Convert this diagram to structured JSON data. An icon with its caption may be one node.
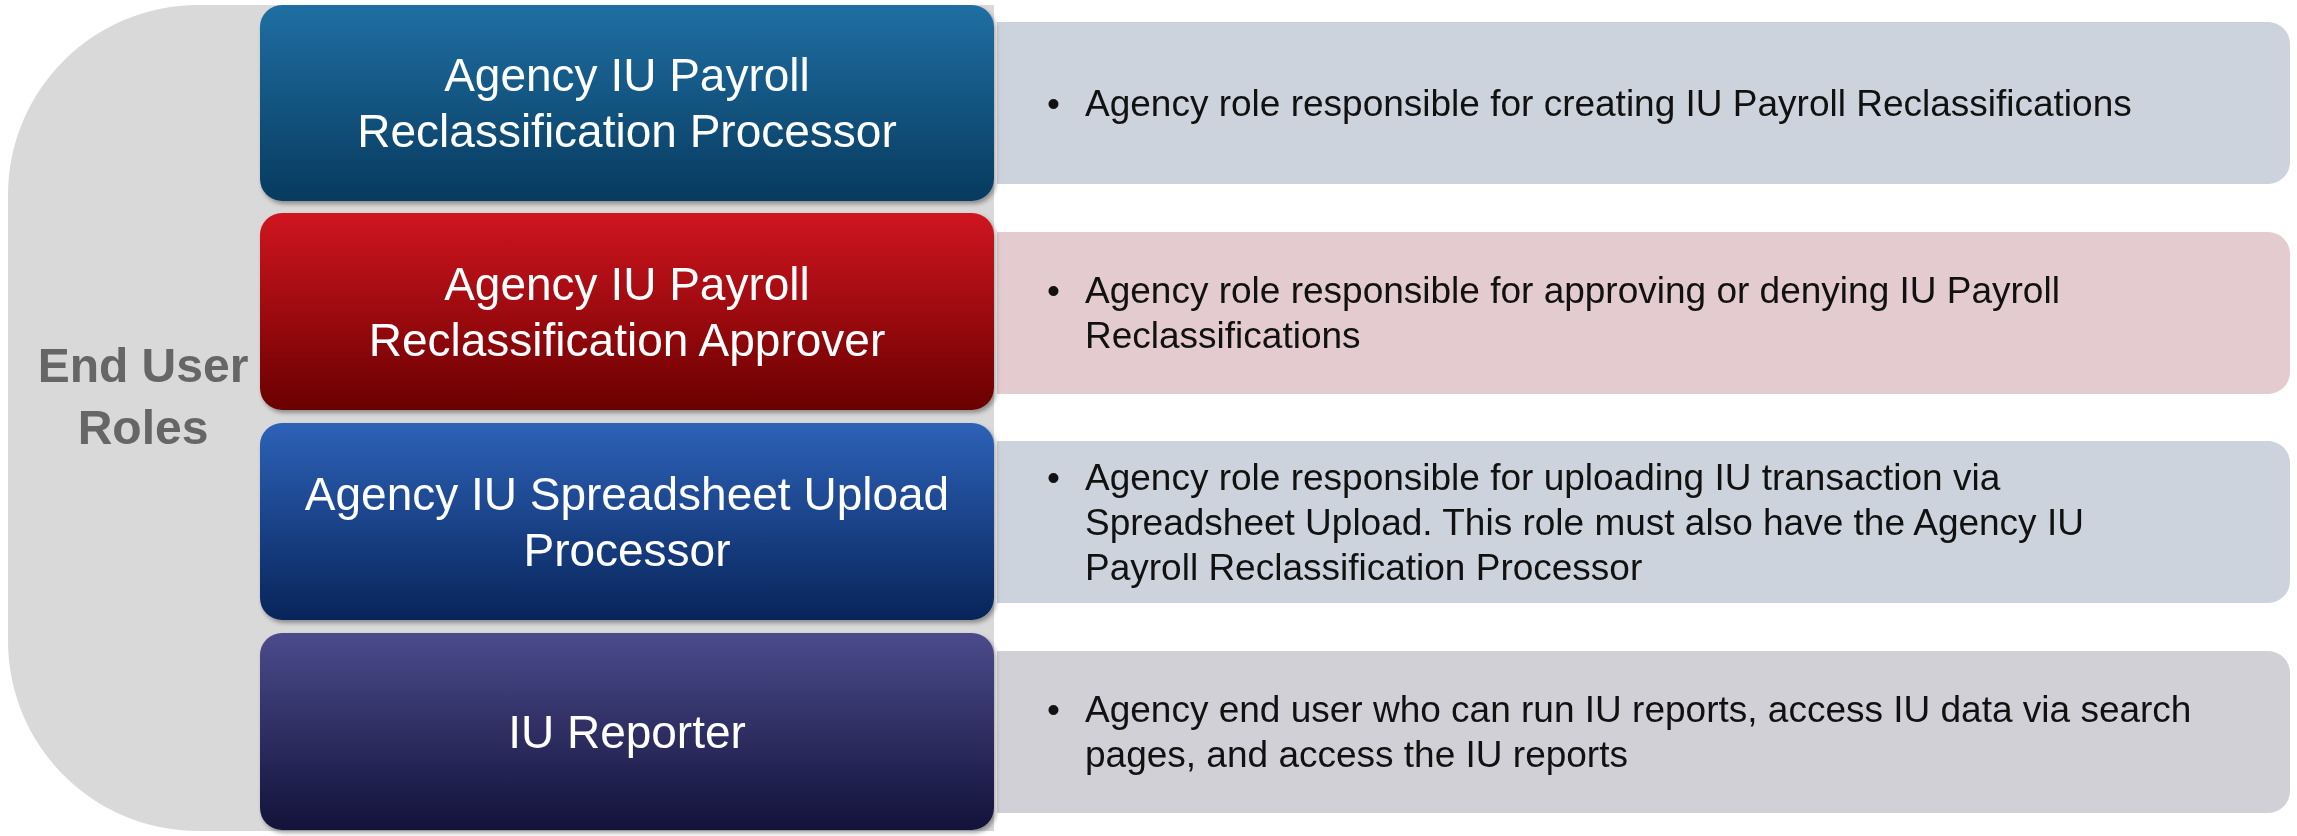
{
  "diagram": {
    "nodes": [
      {
        "text": [
          "End User Roles"
        ]
      },
      {
        "text": [
          "Agency IU Payroll Reclassification Processor"
        ],
        "in": 0
      },
      {
        "text": [
          "•",
          "Agency role responsible for creating IU Payroll Reclassifications"
        ]
      },
      {
        "text": [
          "Agency IU Payroll Reclassification Approver"
        ],
        "in": 0
      },
      {
        "text": [
          "•",
          "Agency role responsible for approving or denying IU Payroll Reclassifications"
        ]
      },
      {
        "text": [
          "Agency IU Spreadsheet Upload Processor"
        ],
        "in": 0
      },
      {
        "text": [
          "•",
          "Agency role responsible for uploading IU transaction via Spreadsheet Upload. This role must also have the Agency IU Payroll Reclassification Processor"
        ]
      },
      {
        "text": [
          "IU Reporter"
        ],
        "in": 0
      },
      {
        "text": [
          "•",
          "Agency end user who can run IU reports, access IU data via search pages, and access the IU reports"
        ]
      }
    ],
    "edges": []
  }
}
